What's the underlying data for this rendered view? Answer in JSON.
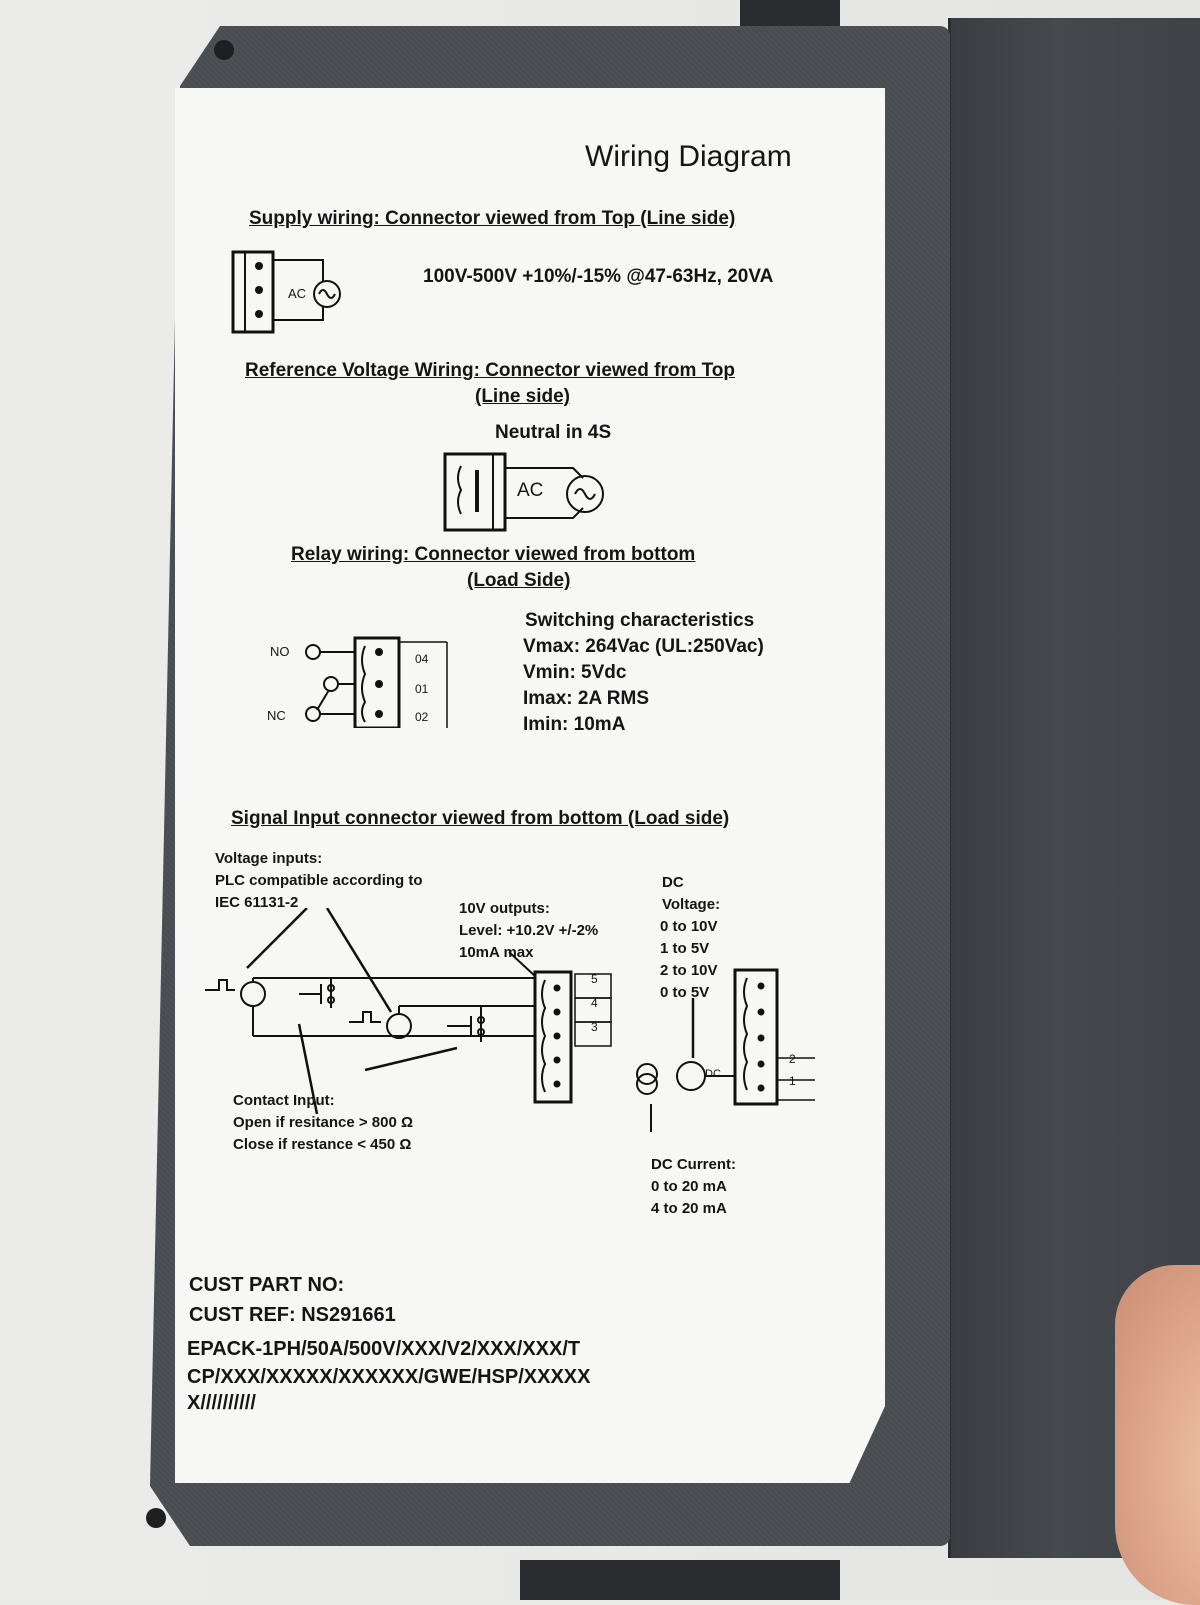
{
  "label": {
    "title": "Wiring Diagram",
    "supply": {
      "heading": "Supply wiring: Connector viewed from Top (Line side)",
      "spec": "100V-500V +10%/-15% @47-63Hz, 20VA",
      "ac": "AC"
    },
    "reference": {
      "heading_line1": "Reference Voltage Wiring: Connector viewed from Top",
      "heading_line2": "(Line side)",
      "neutral": "Neutral in 4S",
      "ac": "AC"
    },
    "relay": {
      "heading_line1": "Relay wiring: Connector viewed from bottom",
      "heading_line2": "(Load Side)",
      "no": "NO",
      "nc": "NC",
      "pins": [
        "04",
        "01",
        "02"
      ],
      "switching": [
        "Switching characteristics",
        "Vmax:  264Vac  (UL:250Vac)",
        "Vmin: 5Vdc",
        "Imax: 2A RMS",
        "Imin: 10mA"
      ]
    },
    "signal": {
      "heading": "Signal Input connector viewed from bottom (Load side)",
      "voltage_inputs": [
        "Voltage inputs:",
        "PLC compatible according to",
        "IEC 61131-2"
      ],
      "outputs": [
        "10V outputs:",
        "Level:  +10.2V  +/-2%",
        "10mA max"
      ],
      "dc_voltage": [
        "DC",
        "Voltage:",
        "0 to 10V",
        "1 to 5V",
        "2 to 10V",
        "0 to 5V"
      ],
      "contact": [
        "Contact Input:",
        "Open if resitance > 800 Ω",
        "Close if restance < 450 Ω"
      ],
      "dc_current": [
        "DC Current:",
        "0 to 20 mA",
        "4 to 20 mA"
      ],
      "pins_mid": [
        "5",
        "4",
        "3"
      ],
      "pins_right": [
        "2",
        "1"
      ],
      "dc_tag": "DC"
    },
    "footer": [
      "CUST PART NO:",
      "CUST REF:   NS291661",
      "EPACK-1PH/50A/500V/XXX/V2/XXX/XXX/T",
      "CP/XXX/XXXXX/XXXXXX/GWE/HSP/XXXXX",
      "X//////////"
    ]
  }
}
